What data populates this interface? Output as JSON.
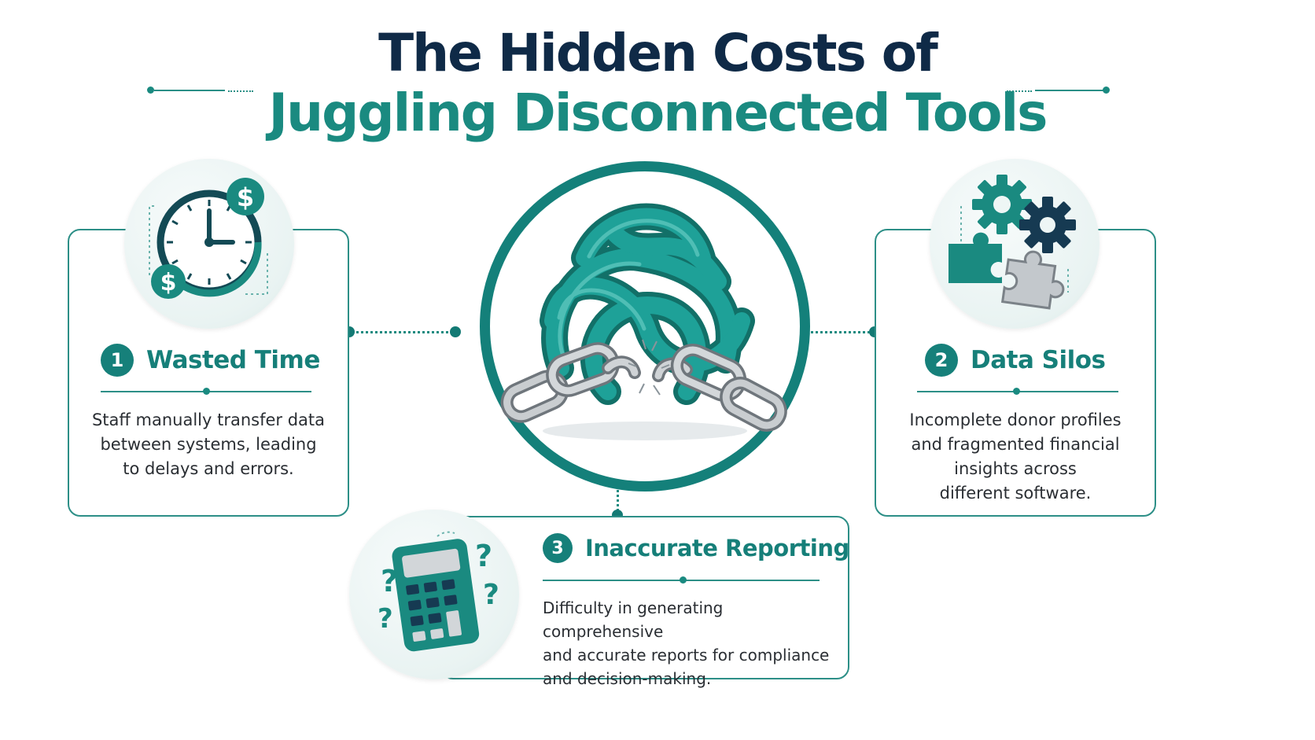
{
  "header": {
    "title_line1": "The Hidden Costs of",
    "title_line2": "Juggling Disconnected Tools"
  },
  "colors": {
    "navy": "#0f2a47",
    "teal": "#1a8a80",
    "dark_teal": "#137a74",
    "silver": "#b8bcc0"
  },
  "cards": [
    {
      "number": "1",
      "title": "Wasted Time",
      "text_lines": [
        "Staff manually transfer data",
        "between systems, leading",
        "to delays and errors."
      ],
      "icon": "clock-dollar-icon"
    },
    {
      "number": "2",
      "title": "Data Silos",
      "text_lines": [
        "Incomplete donor profiles",
        "and fragmented financial",
        "insights across",
        "different software."
      ],
      "icon": "gears-puzzle-icon"
    },
    {
      "number": "3",
      "title": "Inaccurate Reporting",
      "text_lines": [
        "Difficulty in generating comprehensive",
        "and accurate reports for compliance",
        "and decision-making."
      ],
      "icon": "calculator-question-icon"
    }
  ],
  "center": {
    "icon": "tangled-broken-chain-icon"
  },
  "icon_glyphs": {
    "dollar": "$",
    "question": "?"
  }
}
